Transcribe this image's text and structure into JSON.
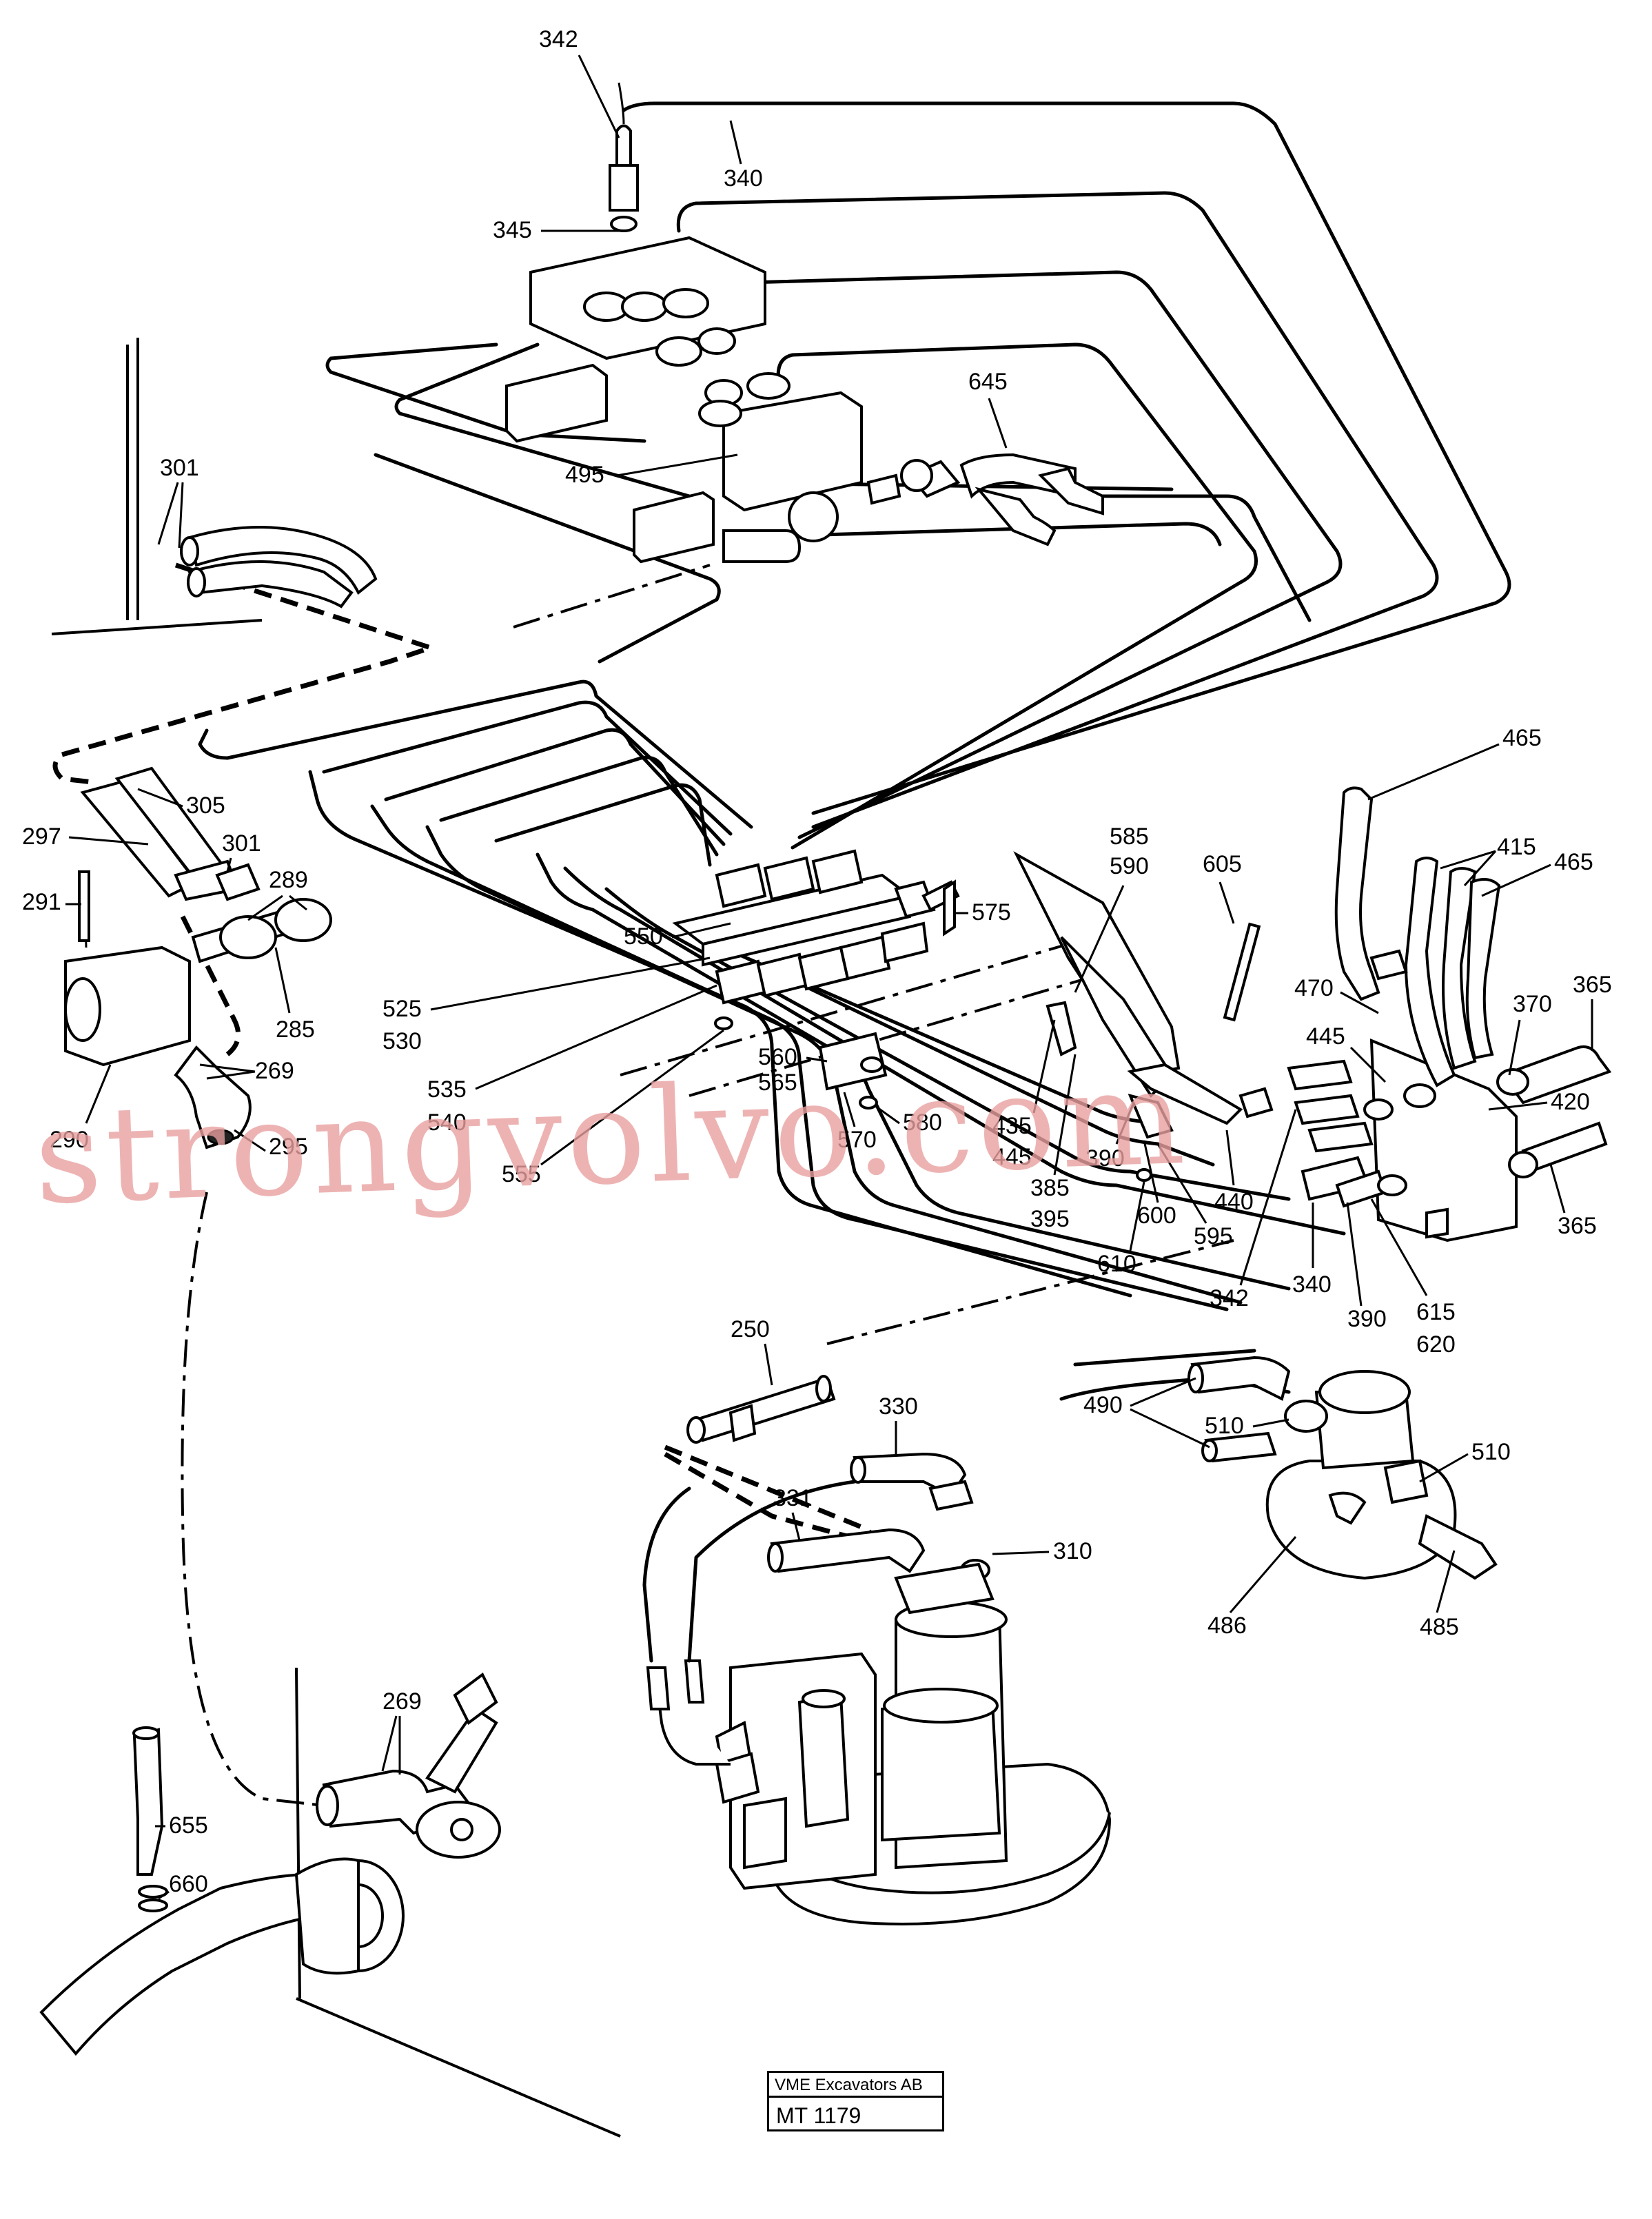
{
  "diagram": {
    "watermark": "strongvolvo.com",
    "callouts": {
      "c342a": "342",
      "c340a": "340",
      "c345": "345",
      "c645": "645",
      "c495": "495",
      "c301a": "301",
      "c305": "305",
      "c297": "297",
      "c301b": "301",
      "c289": "289",
      "c291": "291",
      "c285": "285",
      "c269a": "269",
      "c290": "290",
      "c295": "295",
      "c465a": "465",
      "c415": "415",
      "c465b": "465",
      "c585": "585",
      "c590": "590",
      "c605": "605",
      "c575": "575",
      "c550": "550",
      "c525": "525",
      "c530": "530",
      "c535": "535",
      "c540": "540",
      "c555": "555",
      "c560": "560",
      "c565": "565",
      "c570": "570",
      "c580": "580",
      "c470": "470",
      "c445a": "445",
      "c370": "370",
      "c365a": "365",
      "c420": "420",
      "c435": "435",
      "c445b": "445",
      "c385": "385",
      "c395": "395",
      "c390a": "390",
      "c440": "440",
      "c600": "600",
      "c595": "595",
      "c610": "610",
      "c342b": "342",
      "c340b": "340",
      "c390b": "390",
      "c615": "615",
      "c620": "620",
      "c365b": "365",
      "c250": "250",
      "c330": "330",
      "c490": "490",
      "c510a": "510",
      "c510b": "510",
      "c331": "331",
      "c310": "310",
      "c486": "486",
      "c485": "485",
      "c269b": "269",
      "c655": "655",
      "c660": "660"
    }
  },
  "titleblock": {
    "company": "VME Excavators AB",
    "drawing_number": "MT 1179"
  }
}
